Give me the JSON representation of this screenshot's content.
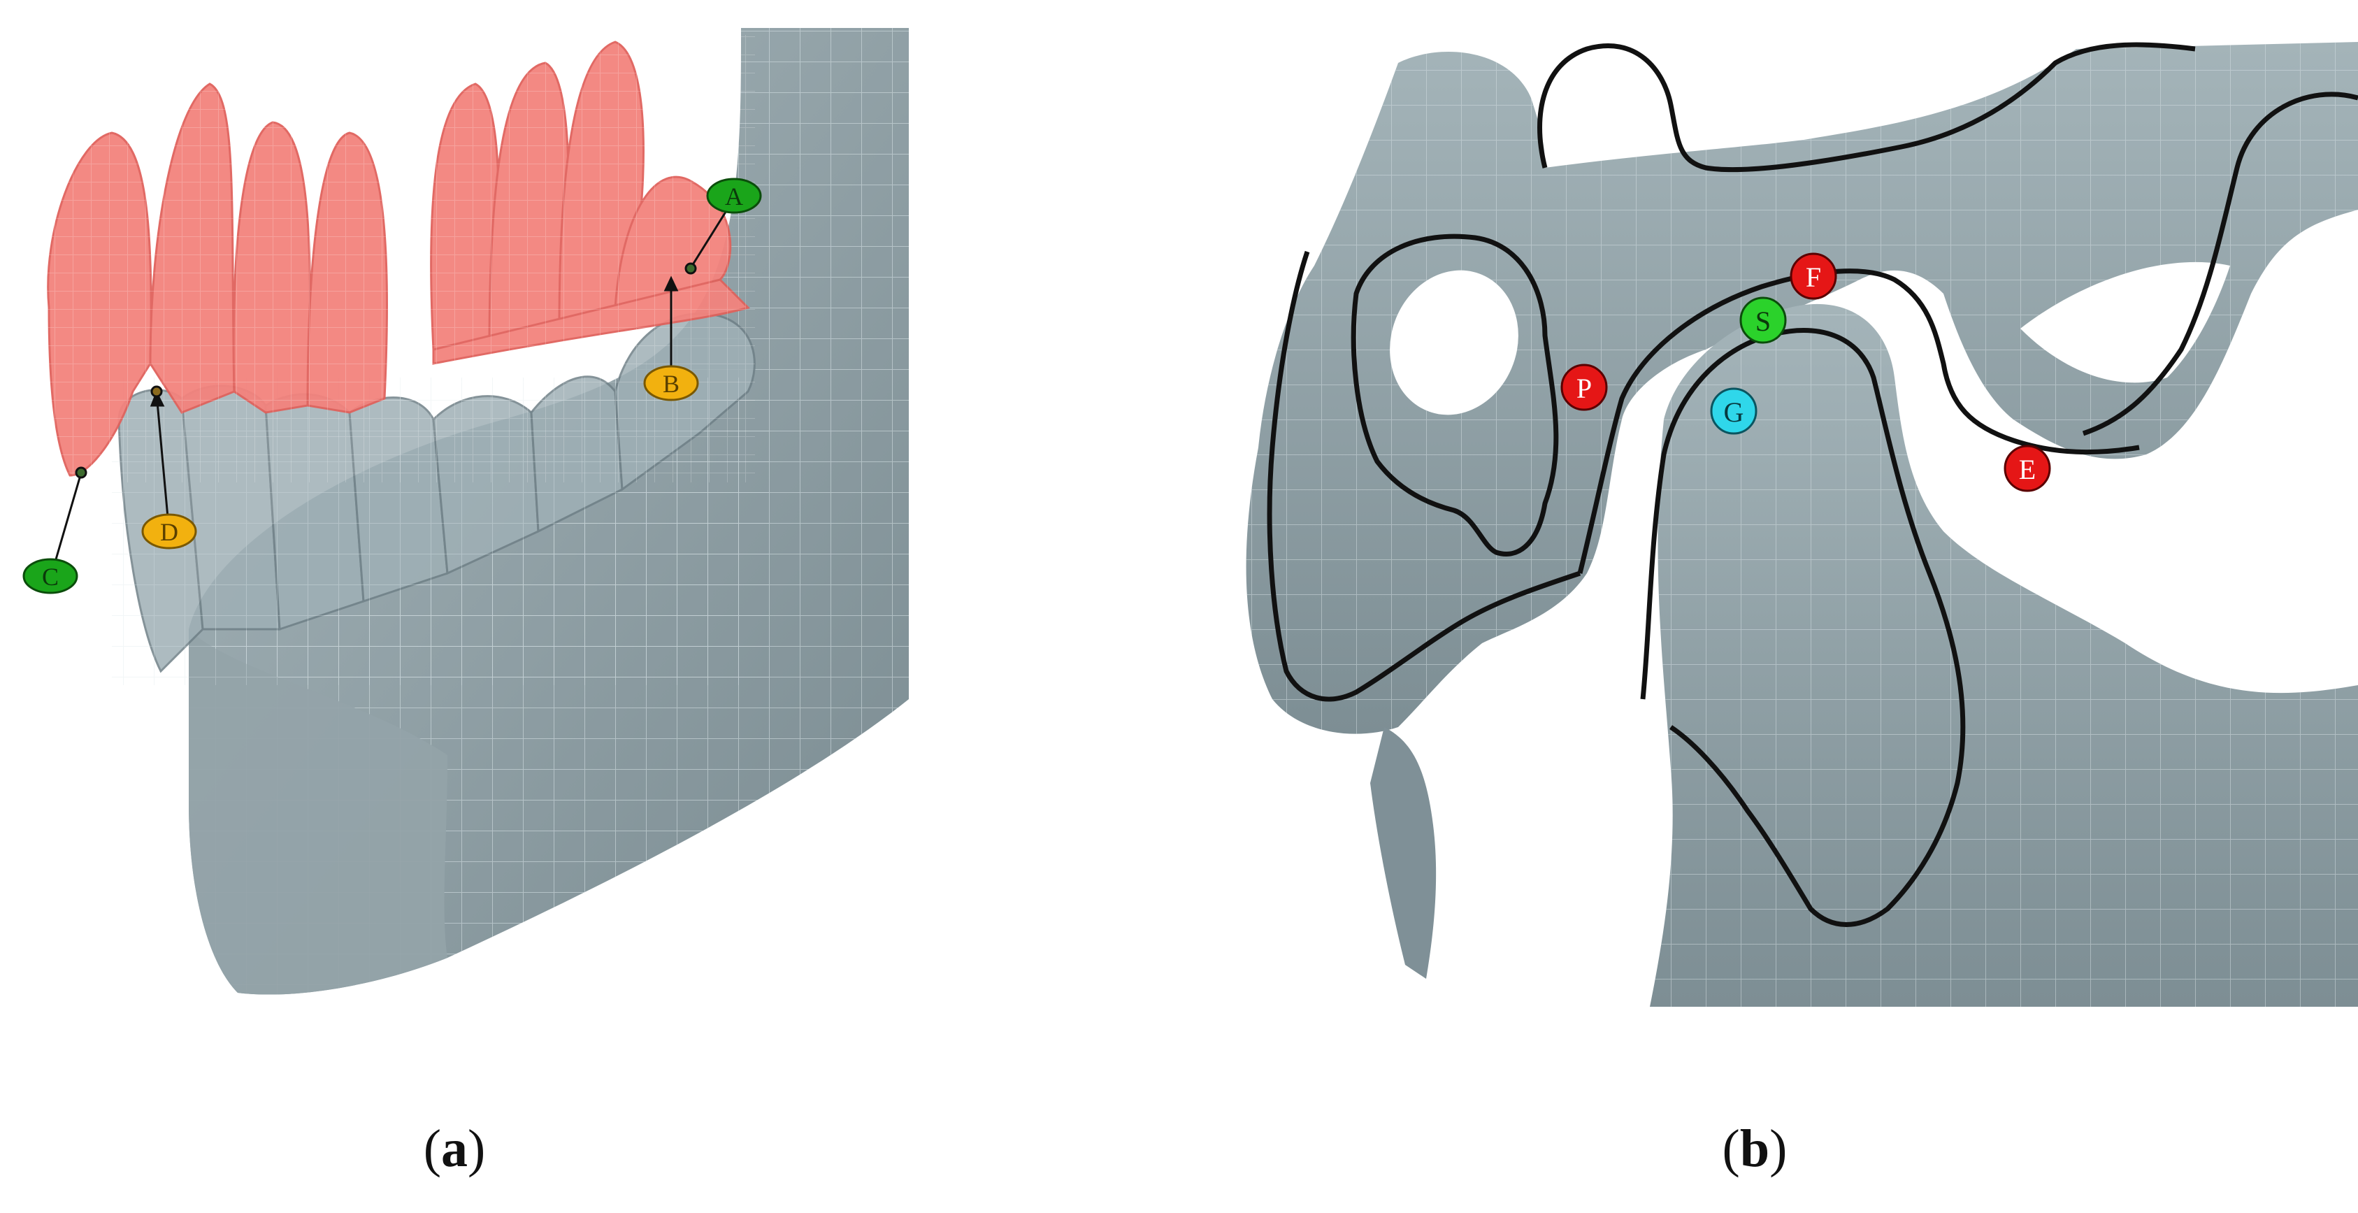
{
  "panel_a": {
    "caption": "a",
    "landmarks": [
      {
        "label": "A",
        "color": "#1aa51a"
      },
      {
        "label": "B",
        "color": "#f2b10f"
      },
      {
        "label": "C",
        "color": "#1aa51a"
      },
      {
        "label": "D",
        "color": "#f2b10f"
      }
    ]
  },
  "panel_b": {
    "caption": "b",
    "landmarks": [
      {
        "label": "F",
        "color": "#e51616"
      },
      {
        "label": "S",
        "color": "#2bd22b"
      },
      {
        "label": "P",
        "color": "#e51616"
      },
      {
        "label": "G",
        "color": "#2fd7ea"
      },
      {
        "label": "E",
        "color": "#e51616"
      }
    ]
  },
  "colors": {
    "bone": "#8e9fa5",
    "bone_dark": "#6d7e85",
    "teeth": "#f3837d",
    "outline": "#111111"
  }
}
